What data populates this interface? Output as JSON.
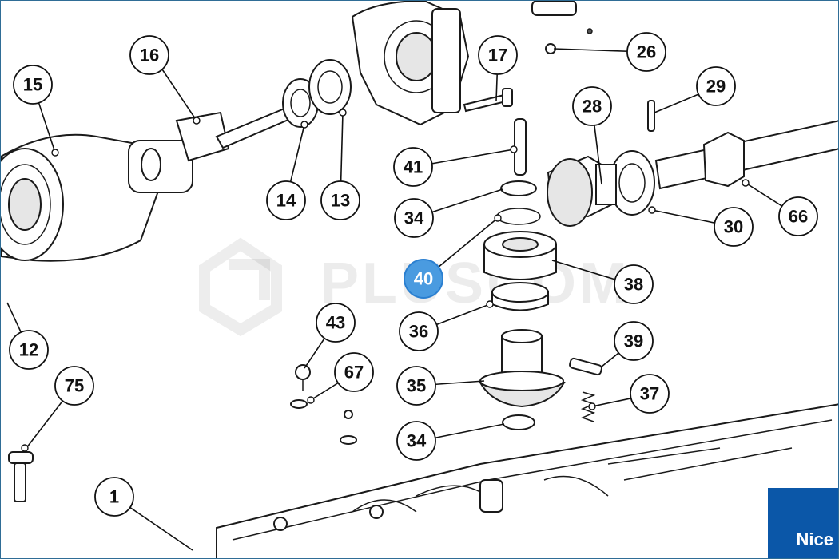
{
  "diagram": {
    "callouts": [
      "1",
      "12",
      "13",
      "14",
      "15",
      "16",
      "17",
      "26",
      "28",
      "29",
      "30",
      "34",
      "34",
      "35",
      "36",
      "37",
      "38",
      "39",
      "40",
      "41",
      "43",
      "66",
      "67",
      "75"
    ],
    "highlighted_callout": "40",
    "highlight_color": "#4a9be0"
  },
  "watermark": {
    "text": "PLUSCOM"
  },
  "brand": {
    "logo_text": "Nice",
    "color": "#0b57a8"
  }
}
